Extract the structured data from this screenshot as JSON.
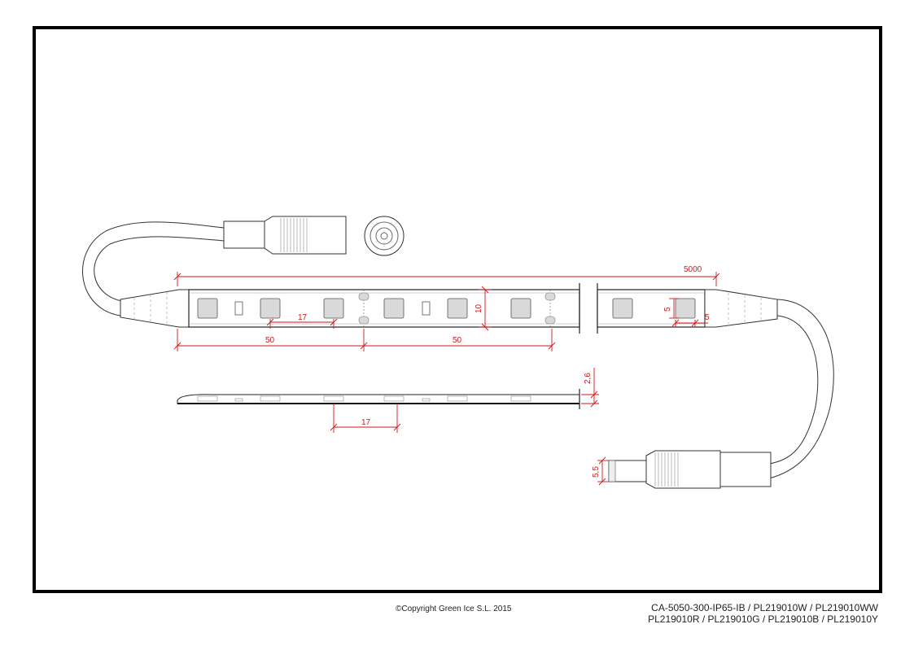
{
  "footer": {
    "copyright": "©Copyright Green Ice S.L. 2015",
    "models_line1": "CA-5050-300-IP65-IB / PL219010W / PL219010WW",
    "models_line2": "PL219010R / PL219010G / PL219010B / PL219010Y"
  },
  "dimensions": {
    "total_length": "5000",
    "segment_1": "50",
    "segment_2": "50",
    "led_pitch_top": "17",
    "strip_width": "10",
    "led_height": "5",
    "led_width": "5",
    "strip_thickness": "2,6",
    "led_pitch_side": "17",
    "plug_diameter": "5,5"
  },
  "colors": {
    "dimension": "#cc1a1a",
    "line": "#1a1a1a",
    "led_fill": "#d9d9d9"
  }
}
